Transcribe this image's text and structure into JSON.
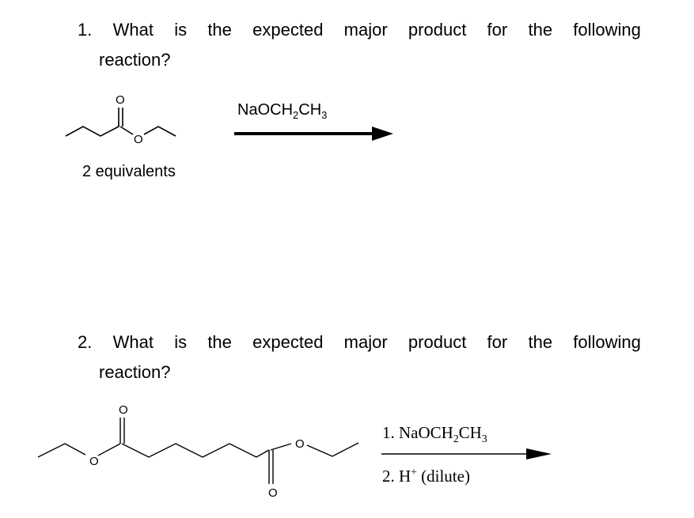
{
  "question1": {
    "number": "1.",
    "line1_words": [
      "What",
      "is",
      "the",
      "expected",
      "major",
      "product",
      "for",
      "the",
      "following"
    ],
    "line2": "reaction?",
    "reactant_note": "2 equivalents",
    "reagent_main": "NaOCH",
    "reagent_sub1": "2",
    "reagent_mid": "CH",
    "reagent_sub2": "3",
    "oxygen_label": "O"
  },
  "question2": {
    "number": "2.",
    "line1_words": [
      "What",
      "is",
      "the",
      "expected",
      "major",
      "product",
      "for",
      "the",
      "following"
    ],
    "line2": "reaction?",
    "step1_prefix": "1. NaOCH",
    "step1_sub1": "2",
    "step1_mid": "CH",
    "step1_sub2": "3",
    "step2_prefix": "2. H",
    "step2_sup": "+",
    "step2_suffix": " (dilute)",
    "oxygen_label": "O"
  }
}
